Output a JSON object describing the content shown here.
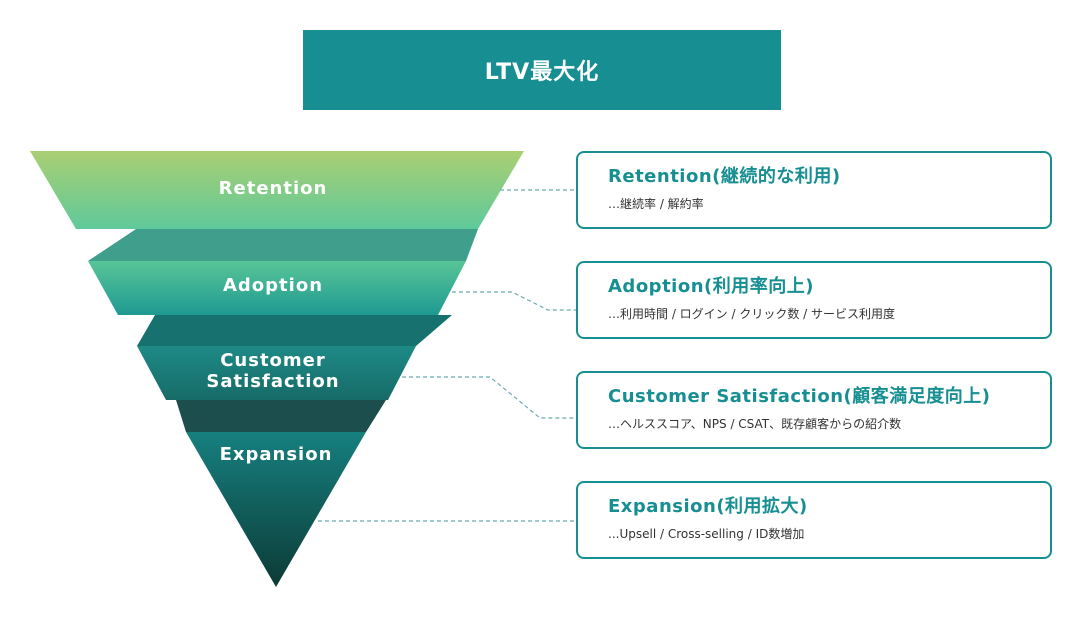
{
  "title": "LTV最大化",
  "colors": {
    "accent": "#178f92",
    "connector": "#6aa9ae",
    "retention_top": "#a9cf72",
    "retention_bottom": "#5ec99a",
    "expansion_bottom": "#0c3a36"
  },
  "stages": [
    {
      "label": "Retention",
      "card_title": "Retention(継続的な利用)",
      "card_detail": "…継続率 / 解約率"
    },
    {
      "label": "Adoption",
      "card_title": "Adoption(利用率向上)",
      "card_detail": "…利用時間 / ログイン / クリック数 / サービス利用度"
    },
    {
      "label_line1": "Customer",
      "label_line2": "Satisfaction",
      "card_title": "Customer Satisfaction(顧客満足度向上)",
      "card_detail": "…ヘルススコア、NPS / CSAT、既存顧客からの紹介数"
    },
    {
      "label": "Expansion",
      "card_title": "Expansion(利用拡大)",
      "card_detail": "...Upsell / Cross-selling / ID数増加"
    }
  ]
}
